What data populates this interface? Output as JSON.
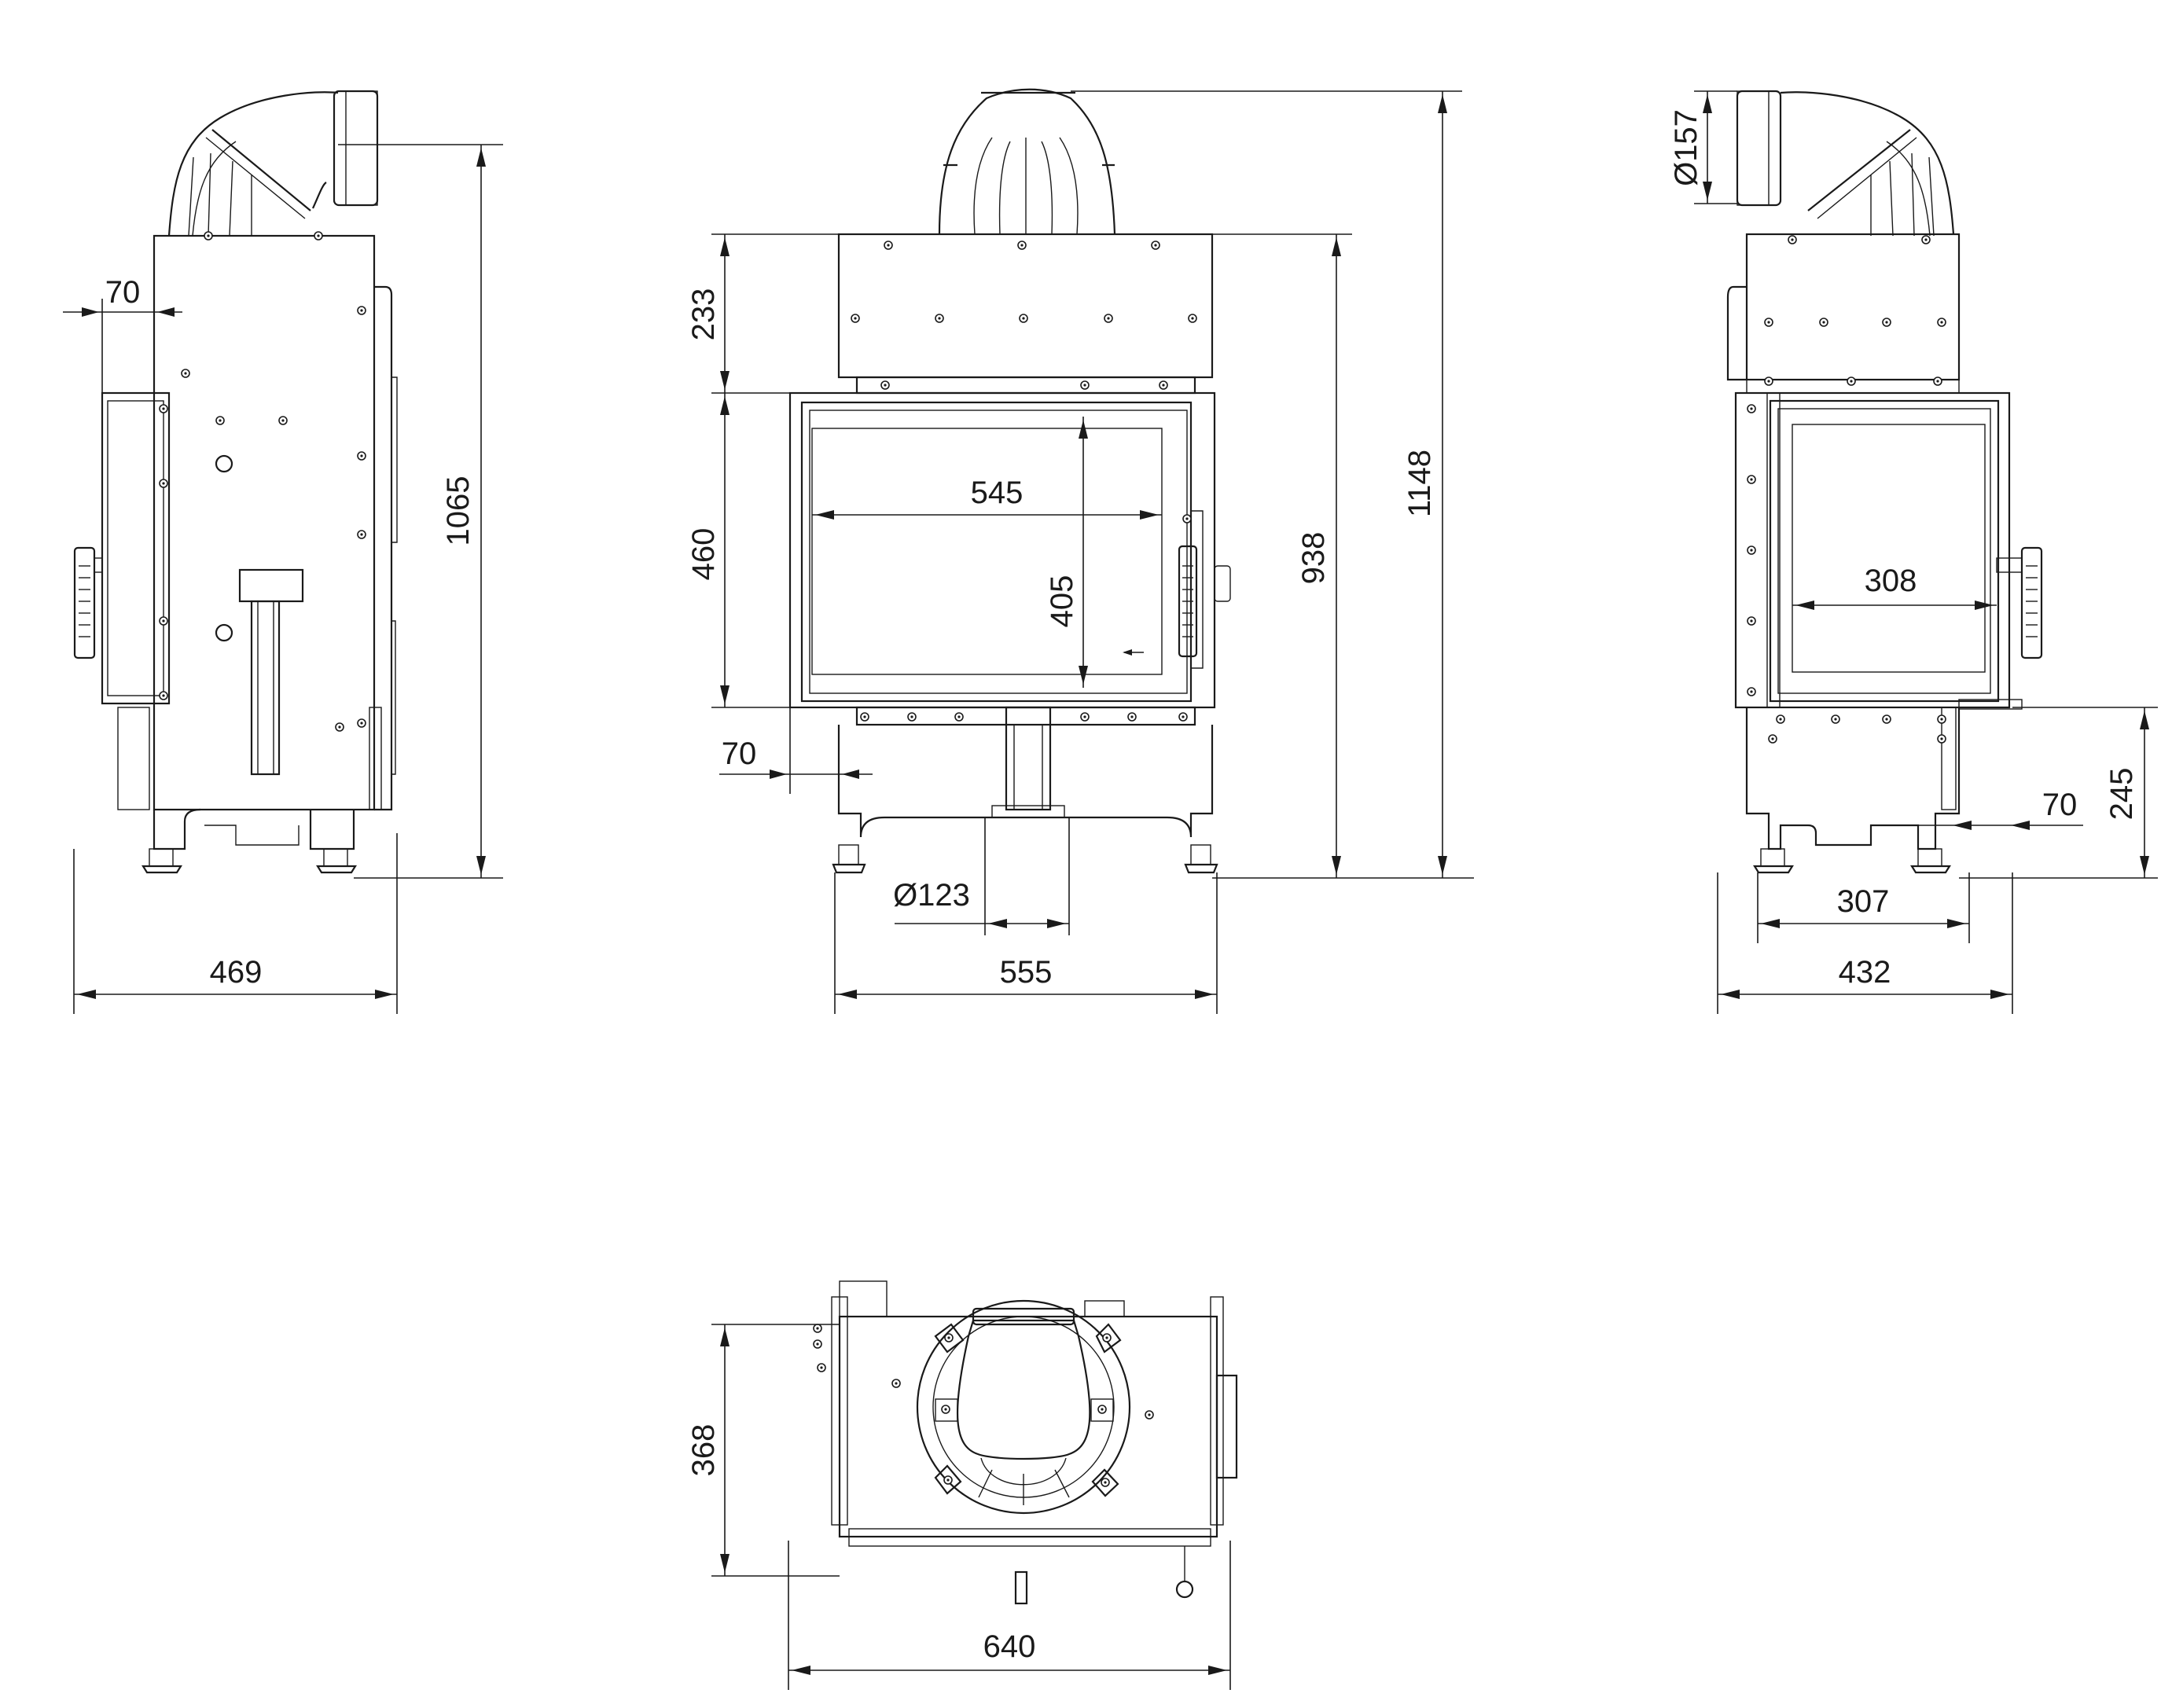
{
  "dimensions": {
    "side_left": {
      "height_total": "1065",
      "width_total": "469",
      "panel_offset": "70"
    },
    "front": {
      "top_section": "233",
      "door_height": "460",
      "glass_width": "545",
      "glass_height": "405",
      "body_height": "938",
      "total_height": "1148",
      "bottom_offset": "70",
      "duct_diameter": "Ø123",
      "width_total": "555"
    },
    "side_right": {
      "flue_diameter": "Ø157",
      "glass_width": "308",
      "base_height": "245",
      "offset": "70",
      "leg_span": "307",
      "width_total": "432"
    },
    "top": {
      "depth": "368",
      "width_total": "640"
    }
  }
}
